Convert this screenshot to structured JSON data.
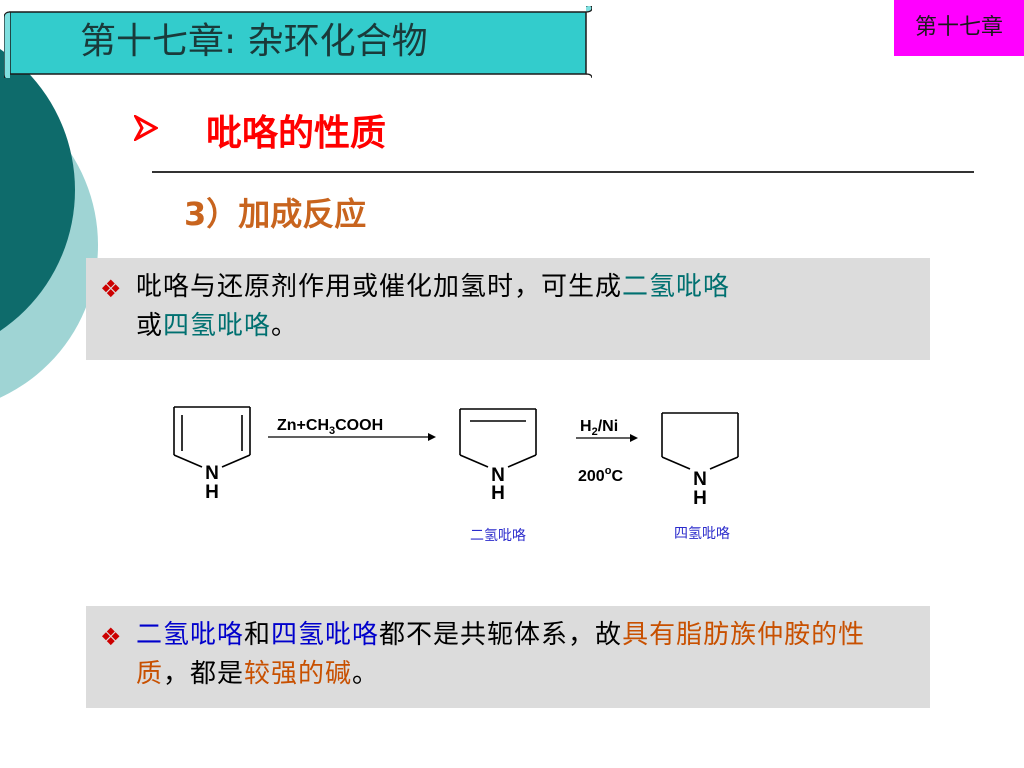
{
  "header": {
    "banner_title": "第十七章: 杂环化合物",
    "chapter_badge": "第十七章"
  },
  "section": {
    "bullet_icon": "arrow-head-icon",
    "title": "吡咯的性质",
    "subsection": "3）加成反应"
  },
  "note1": {
    "bullet_icon": "diamond-star-icon",
    "text_a": "吡咯与还原剂作用或催化加氢时，可生成",
    "hl_1": "二氢吡咯",
    "text_b": "或",
    "hl_2": "四氢吡咯",
    "text_c": "。"
  },
  "scheme": {
    "step1_reagent_prefix": "Zn+CH",
    "step1_reagent_sub": "3",
    "step1_reagent_suffix": "COOH",
    "step2_reagent_h": "H",
    "step2_reagent_sub": "2",
    "step2_reagent_suffix": "/Ni",
    "step2_condition": "200",
    "step2_condition_sup": "o",
    "step2_condition_unit": "C",
    "atom_n": "N",
    "atom_h": "H",
    "caption_dihydro": "二氢吡咯",
    "caption_tetrahydro": "四氢吡咯"
  },
  "note2": {
    "bullet_icon": "diamond-star-icon",
    "hl_1": "二氢吡咯",
    "text_a": "和",
    "hl_2": "四氢吡咯",
    "text_b": "都不是共轭体系，故",
    "hl_3": "具有脂肪族仲胺的性质",
    "text_c": "，都是",
    "hl_4": "较强的碱",
    "text_d": "。"
  },
  "colors": {
    "banner": "#33cccc",
    "badge": "#ff00ff",
    "title_red": "#ff0000",
    "subsection_orange": "#c8641e",
    "note_bg": "#dcdcdc",
    "teal_highlight": "#007070",
    "blue_highlight": "#0000cc",
    "orange_highlight": "#c85000"
  }
}
